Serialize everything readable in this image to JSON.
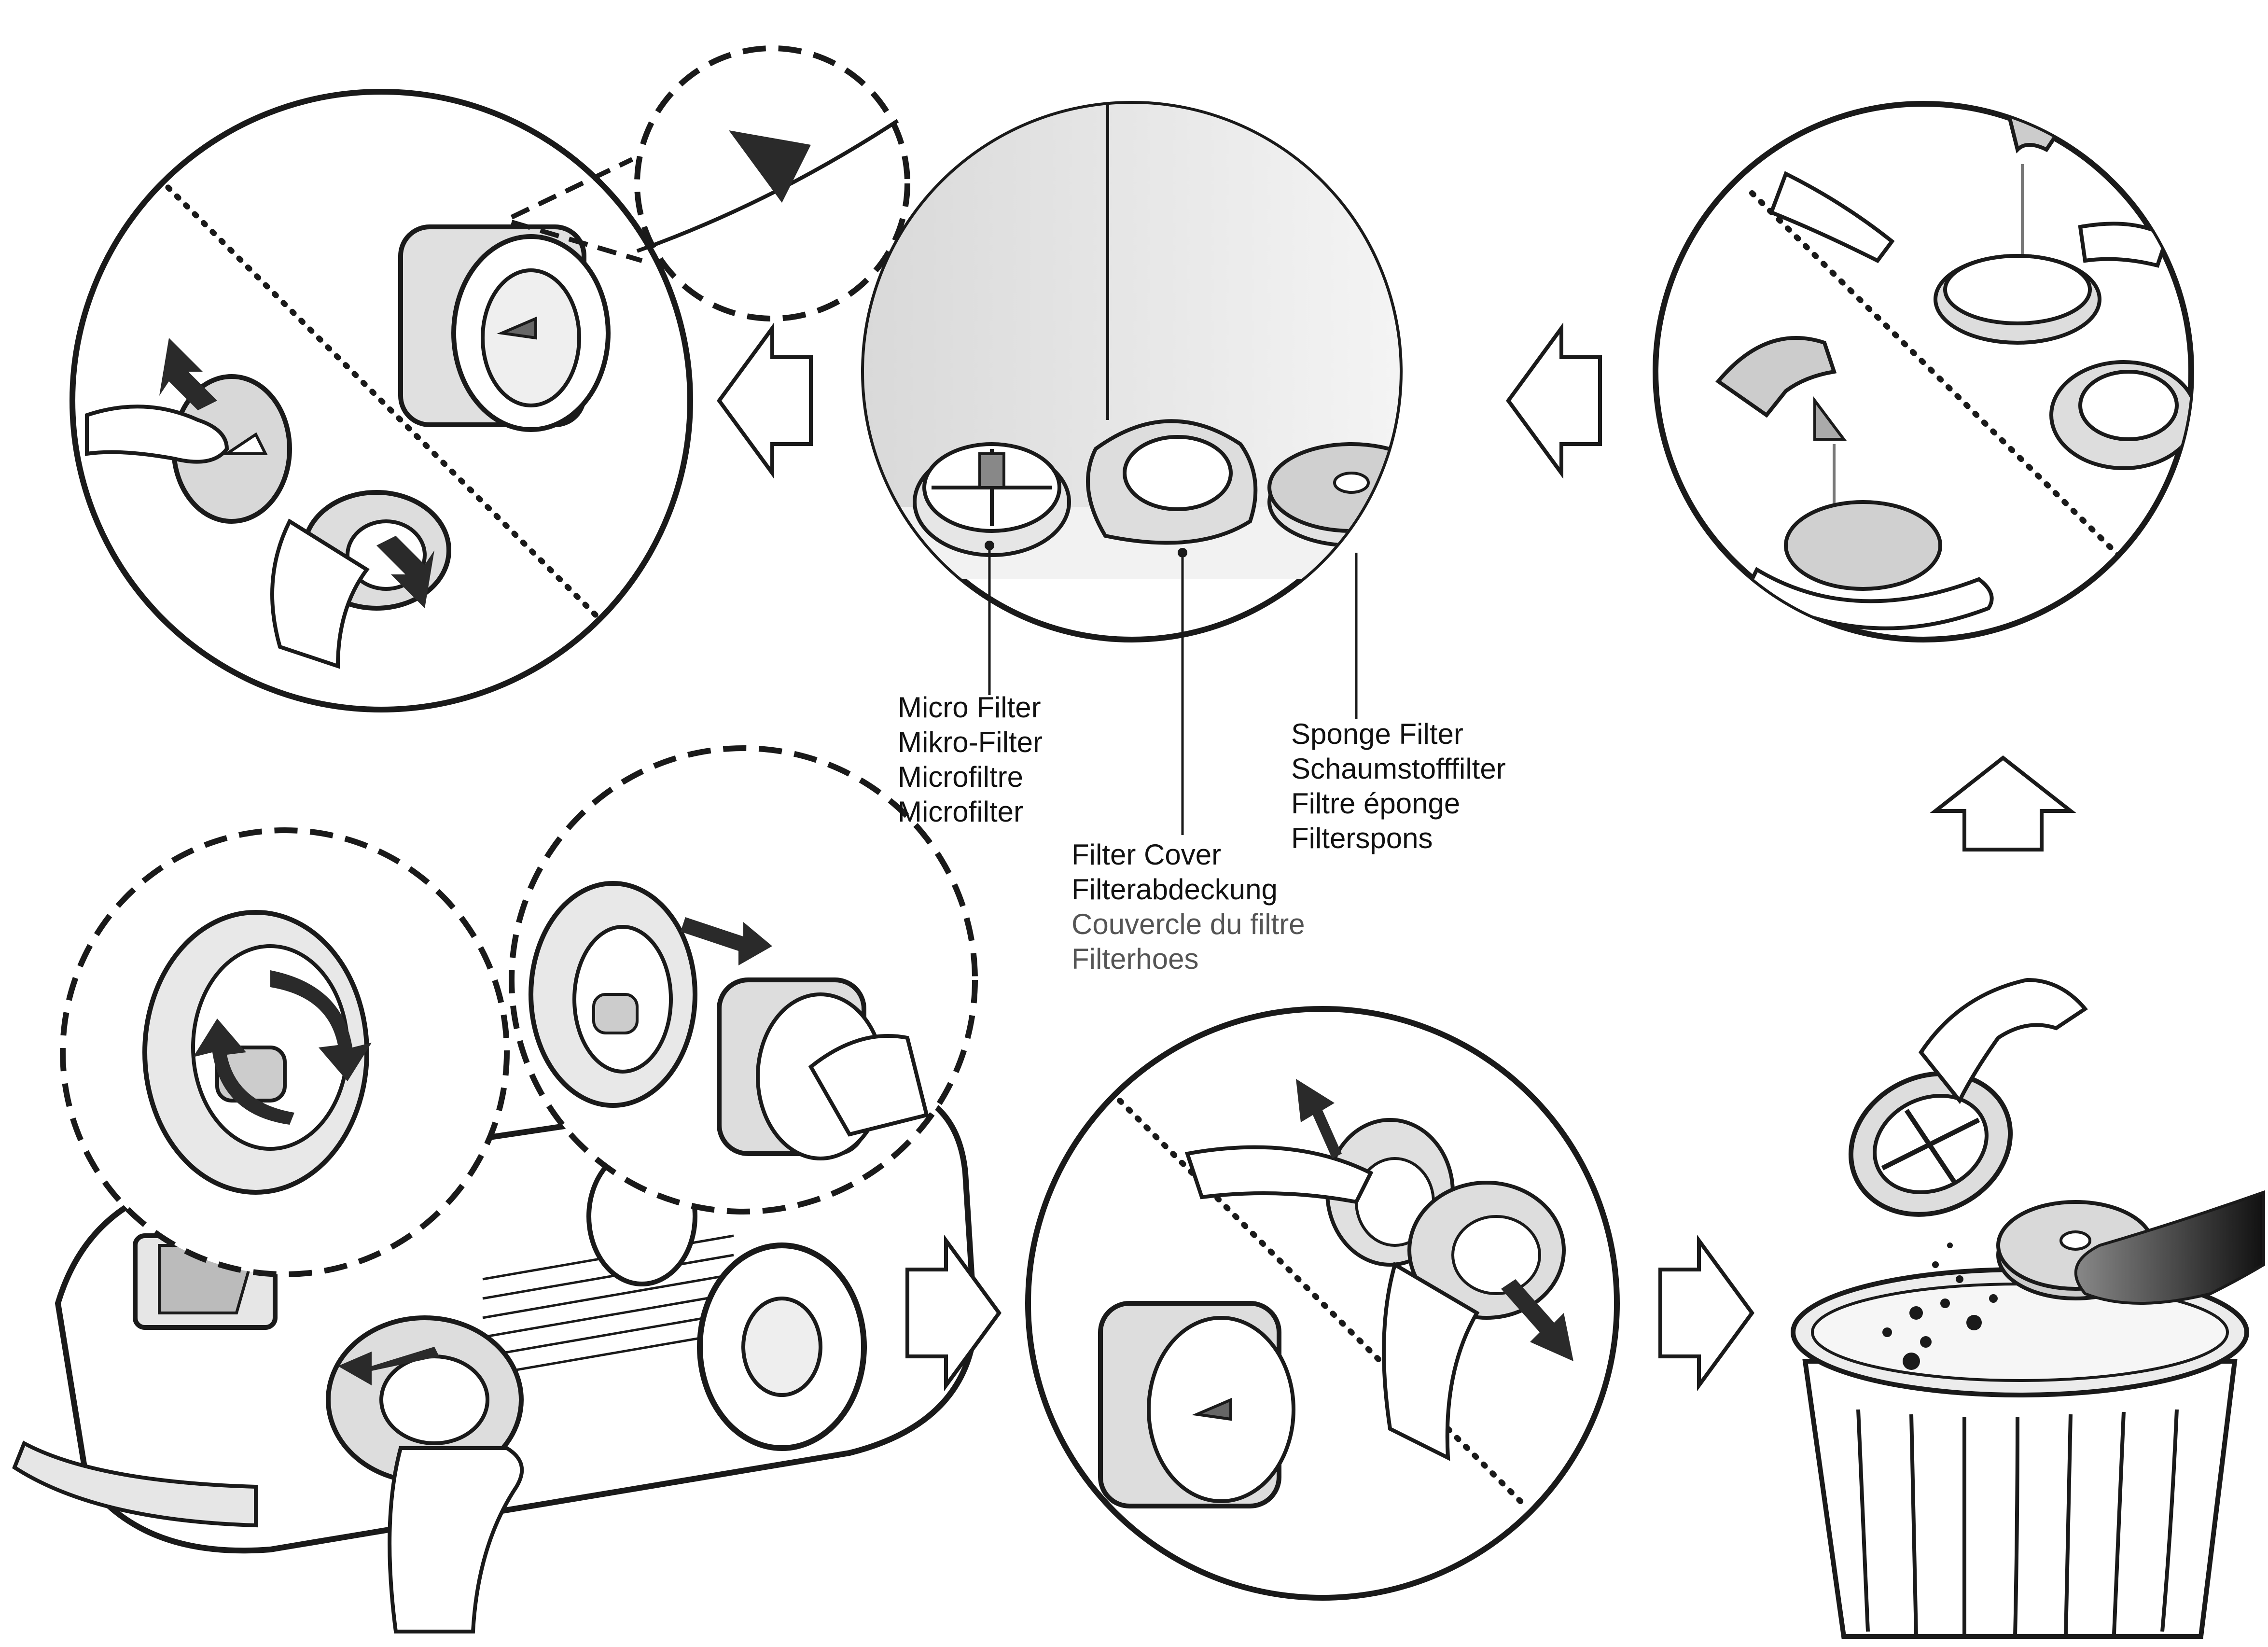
{
  "labels": {
    "micro_filter": [
      "Micro Filter",
      "Mikro-Filter",
      "Microfiltre",
      "Microfilter"
    ],
    "filter_cover": [
      "Filter Cover",
      "Filterabdeckung",
      "Couvercle du filtre",
      "Filterhoes"
    ],
    "sponge_filter": [
      "Sponge Filter",
      "Schaumstofffilter",
      "Filtre éponge",
      "Filterspons"
    ]
  },
  "icons": [
    "cover-release-step-icon",
    "filter-parts-step-icon",
    "washing-step-icon",
    "vacuum-open-step-icon",
    "filter-separate-step-icon",
    "empty-dust-step-icon",
    "next-step-arrow-icon"
  ],
  "colors": {
    "line": "#1a1a1a",
    "panel": "#e8e8e8",
    "dark": "#3a3a3a"
  }
}
